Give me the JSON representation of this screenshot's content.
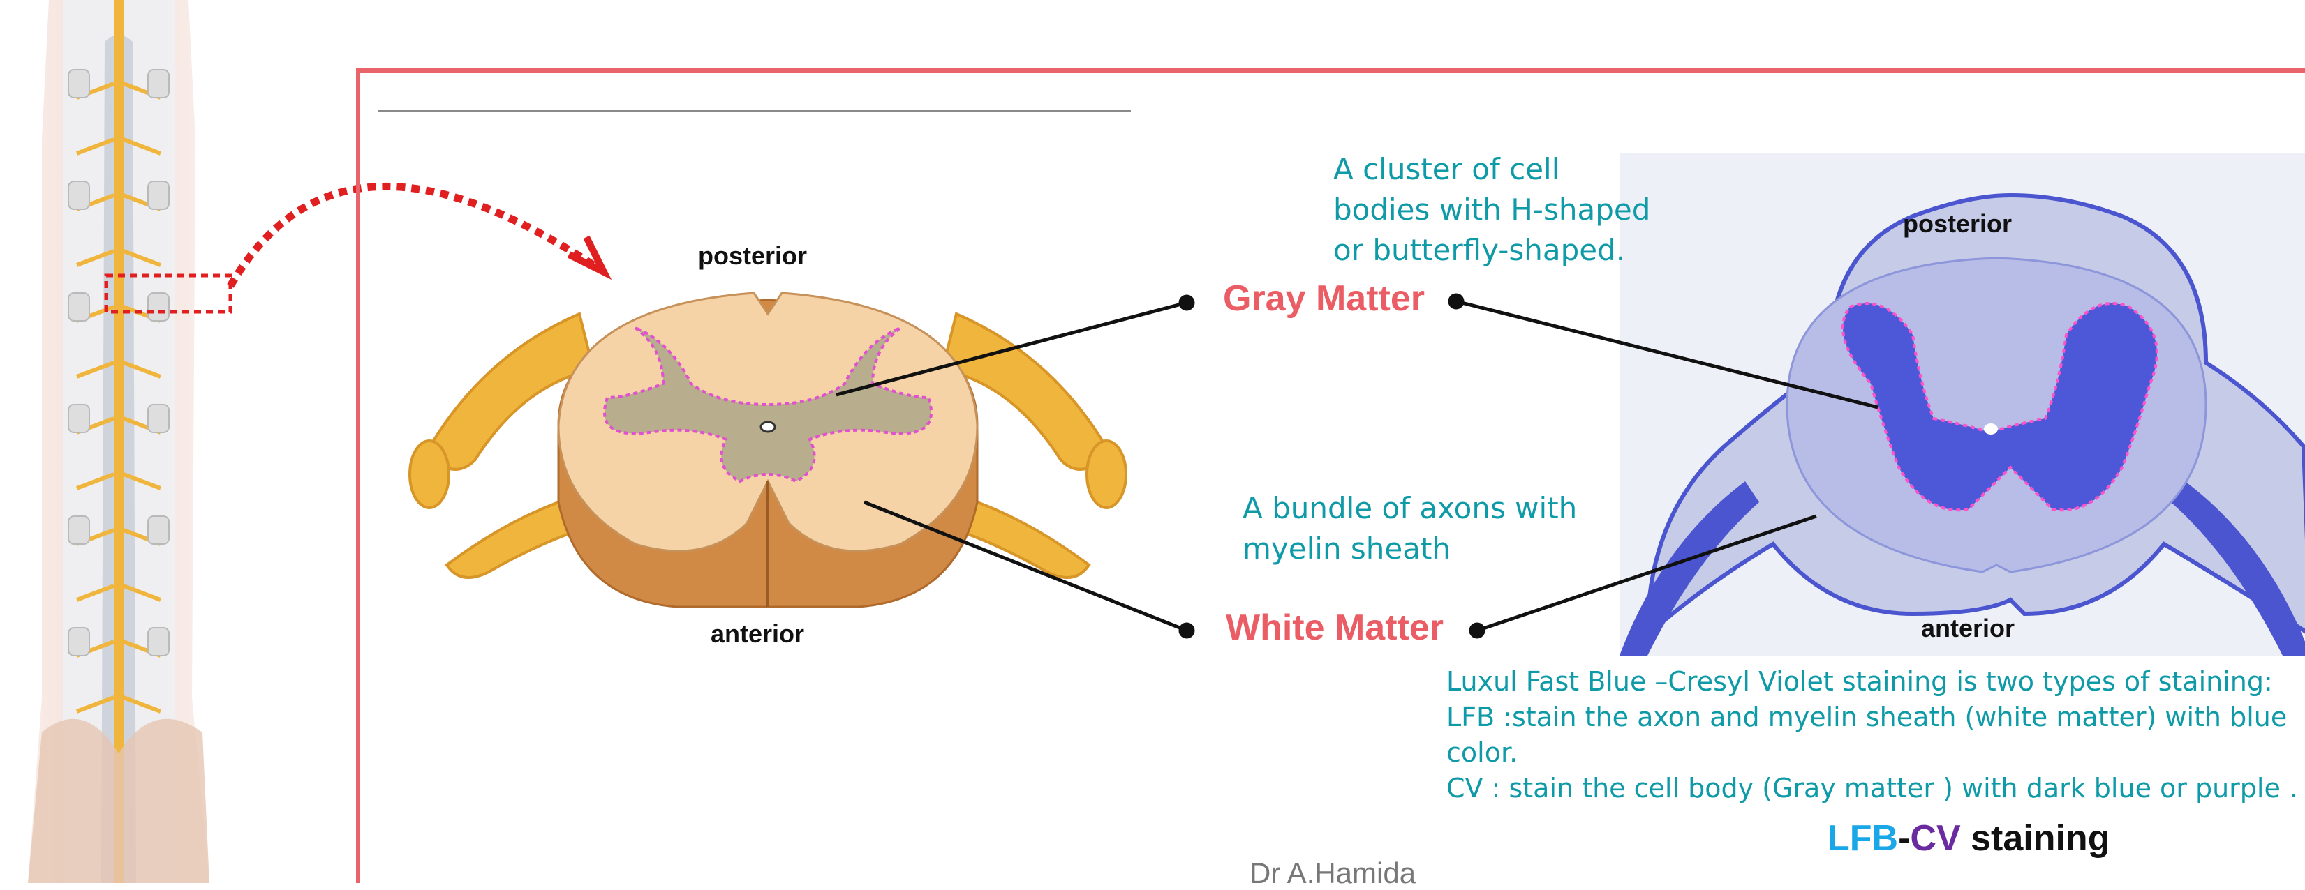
{
  "labels": {
    "posterior_left": "posterior",
    "anterior_left": "anterior",
    "posterior_right": "posterior",
    "anterior_right": "anterior",
    "gray_matter": "Gray Matter",
    "white_matter": "White Matter"
  },
  "descriptions": {
    "cell_bodies": [
      "A cluster of cell",
      "bodies with H-shaped",
      "or butterfly-shaped."
    ],
    "axons": [
      "A bundle  of axons with",
      "myelin sheath"
    ]
  },
  "staining_notes": [
    "Luxul Fast Blue –Cresyl Violet staining  is two types of staining:",
    "LFB :stain the axon and myelin sheath (white matter) with blue",
    "color.",
    "CV : stain the cell body (Gray matter ) with dark blue or purple  ."
  ],
  "stain_title": {
    "lfb": "LFB",
    "dash": "-",
    "cv": "CV",
    "rest": " staining"
  },
  "author": "Dr A.Hamida",
  "colors": {
    "frame": "#e8636a",
    "matter_label": "#ea5d64",
    "description_text": "#0f9aa8",
    "lfb": "#1aa7e8",
    "cv": "#6a2aa0",
    "stain_tissue": "#5560d6",
    "drawing_tissue": "#f2c897",
    "drawing_gray": "#b8ad8c",
    "nerve": "#f0b53c"
  }
}
